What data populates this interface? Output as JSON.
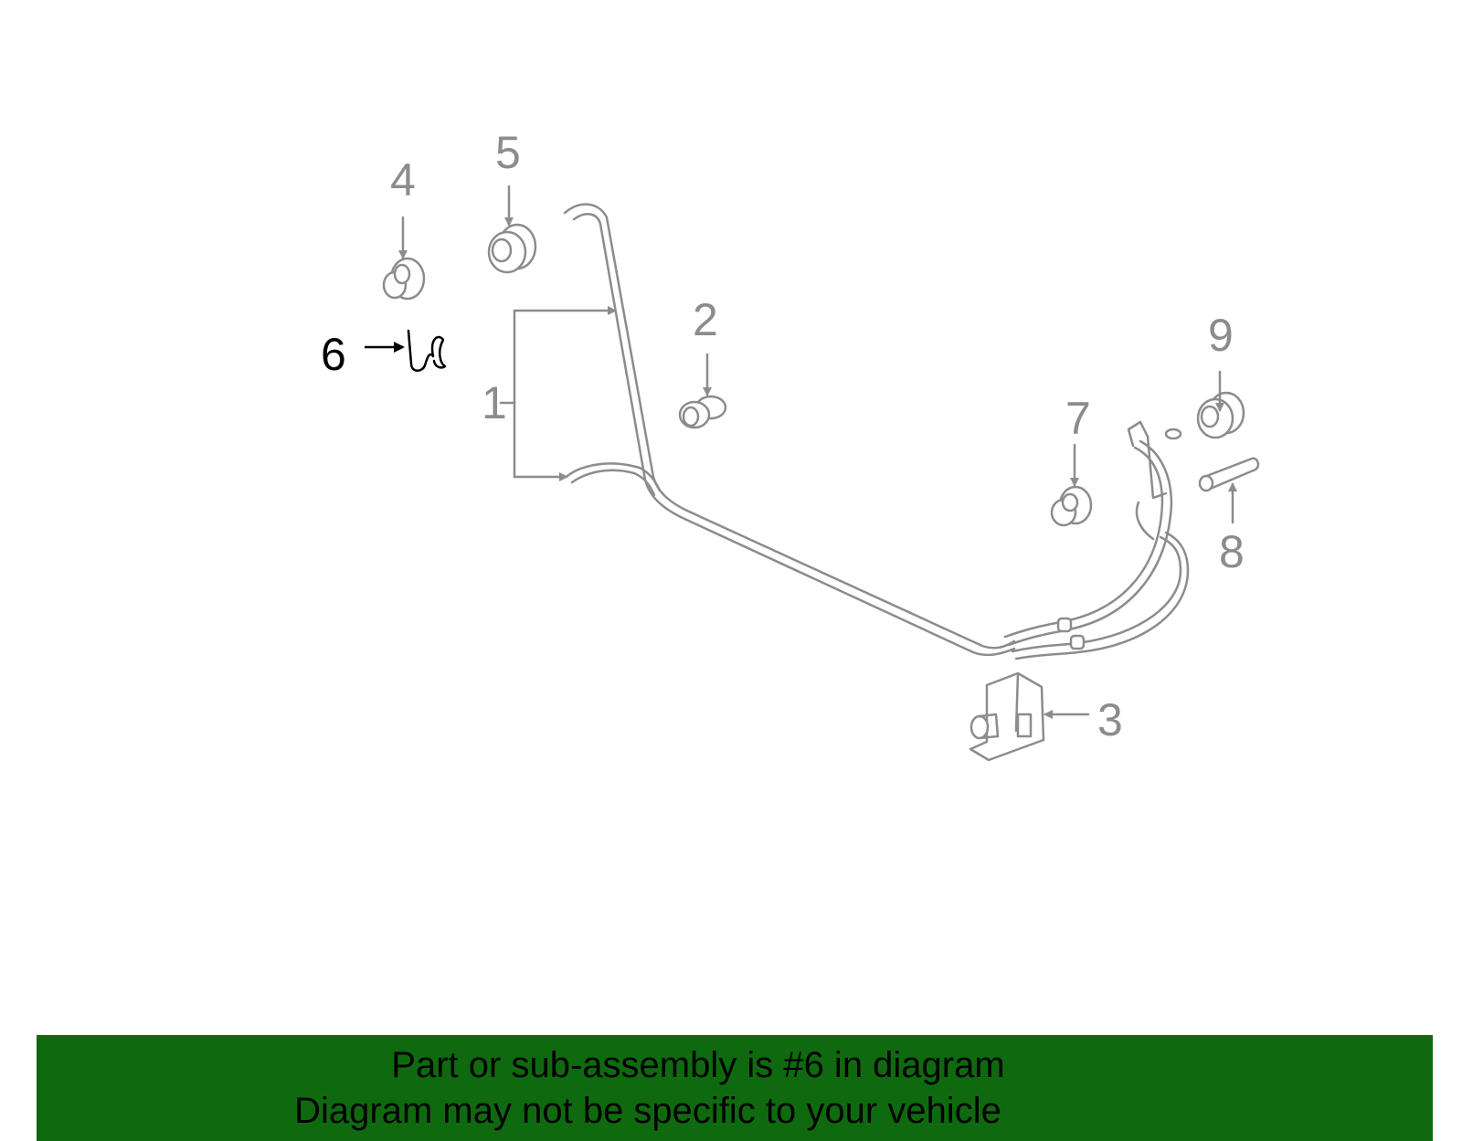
{
  "diagram": {
    "callouts": {
      "c1": "1",
      "c2": "2",
      "c3": "3",
      "c4": "4",
      "c5": "5",
      "c6": "6",
      "c7": "7",
      "c8": "8",
      "c9": "9"
    },
    "highlight_color": "#000000",
    "line_color": "#8c8c8c"
  },
  "banner": {
    "line1": "Part or sub-assembly is #6 in diagram",
    "line2": "Diagram may not be specific to your vehicle",
    "background_color": "#0f6a0f"
  }
}
